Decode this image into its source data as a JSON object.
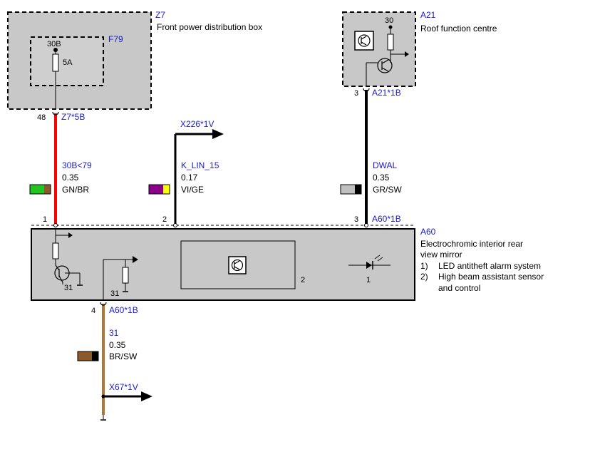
{
  "colors": {
    "module_fill": "#c8c8c8",
    "inner_fill": "#cfcfcf",
    "label_blue": "#1a1acc",
    "wire_red": "#ff0000",
    "wire_black": "#000000",
    "wire_brown": "#b07838",
    "swatch_green": "#22c422",
    "swatch_brown": "#8b5a2b",
    "swatch_violet": "#8b008b",
    "swatch_yellow": "#ffff00",
    "swatch_grey": "#c0c0c0",
    "swatch_black": "#000000"
  },
  "modules": {
    "z7": {
      "id": "Z7",
      "name": "Front power distribution box"
    },
    "f79": {
      "id": "F79",
      "terminal": "30B",
      "rating": "5A"
    },
    "a21": {
      "id": "A21",
      "name": "Roof function centre",
      "terminal": "30"
    },
    "a60": {
      "id": "A60",
      "name_line1": "Electrochromic interior rear",
      "name_line2": "view mirror",
      "notes": [
        {
          "num": "1)",
          "text": "LED antitheft alarm system"
        },
        {
          "num": "2)",
          "text": "High beam assistant sensor"
        },
        {
          "num": "",
          "text": "and control"
        }
      ],
      "ground_left": "31",
      "ground_mid": "31",
      "marker_sensor": "2",
      "marker_led": "1"
    }
  },
  "pins": {
    "z7_out": {
      "pin": "48",
      "connector": "Z7*5B"
    },
    "a21_out": {
      "pin": "3",
      "connector": "A21*1B"
    },
    "a60_in1": {
      "pin": "1"
    },
    "a60_in2": {
      "pin": "2"
    },
    "a60_in3": {
      "pin": "3",
      "connector": "A60*1B"
    },
    "a60_out4": {
      "pin": "4",
      "connector": "A60*1B"
    }
  },
  "wires": {
    "w30b": {
      "signal": "30B<79",
      "size": "0.35",
      "color": "GN/BR"
    },
    "wklin": {
      "signal": "K_LIN_15",
      "size": "0.17",
      "color": "VI/GE"
    },
    "wdwal": {
      "signal": "DWAL",
      "size": "0.35",
      "color": "GR/SW"
    },
    "w31": {
      "signal": "31",
      "size": "0.35",
      "color": "BR/SW"
    }
  },
  "connectors": {
    "x226": "X226*1V",
    "x67": "X67*1V"
  },
  "icons": [
    "transistor-icon",
    "led-icon",
    "resistor-icon",
    "ground-icon",
    "arrow-icon"
  ]
}
